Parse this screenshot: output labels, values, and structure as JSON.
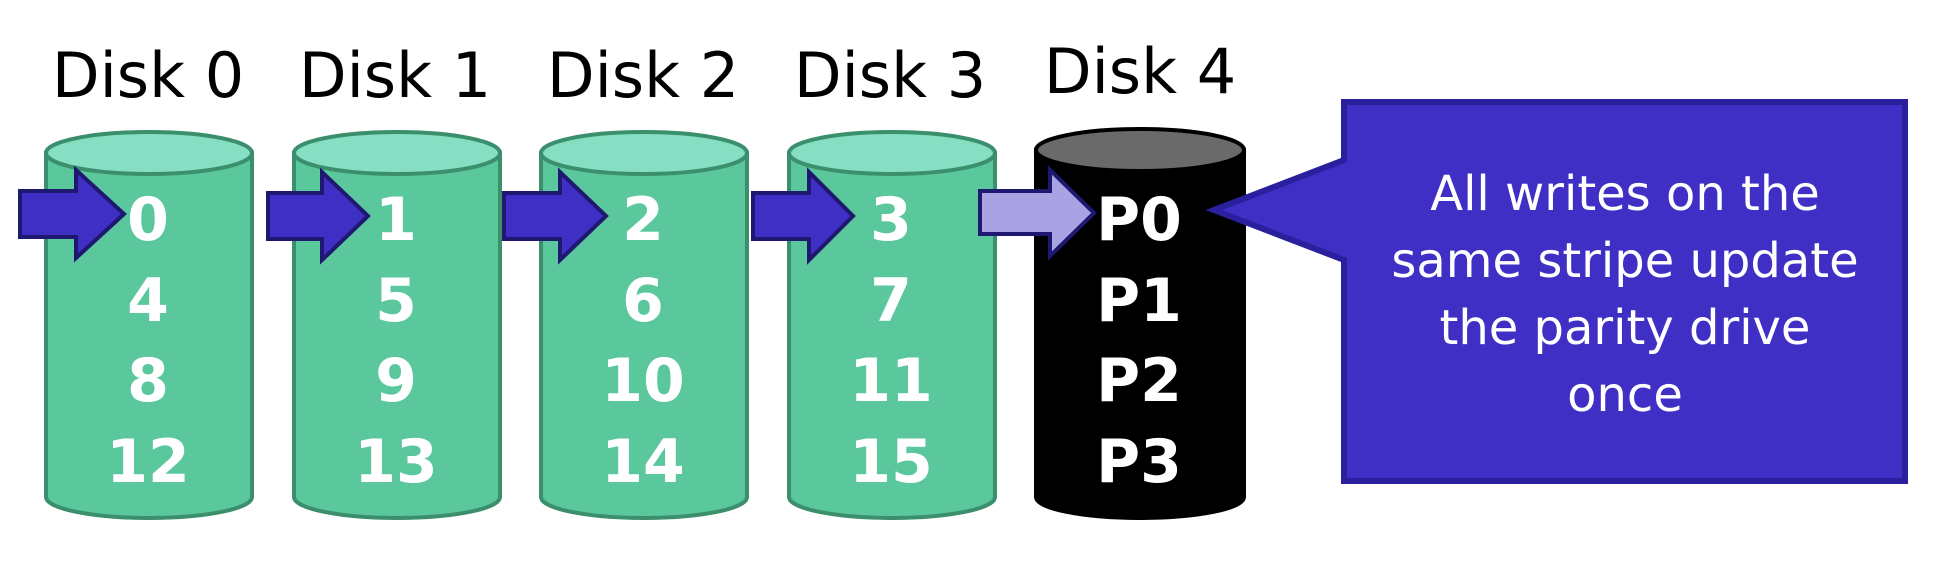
{
  "colors": {
    "data_disk_fill": "#5bc79d",
    "data_disk_top": "#86dfc3",
    "data_disk_stroke": "#3b8f6c",
    "parity_disk_fill": "#000000",
    "parity_disk_top": "#6a6a6a",
    "arrow_fill": "#3f2fc4",
    "arrow_stroke": "#1e1870",
    "parity_arrow_fill": "#a9a3e4",
    "callout_fill": "#3f2fc4",
    "callout_stroke": "#2a1f9c",
    "label_text": "#000000",
    "block_text": "#ffffff"
  },
  "disks": [
    {
      "name": "Disk 0",
      "type": "data",
      "blocks": [
        "0",
        "4",
        "8",
        "12"
      ],
      "arrow": "write-arrow"
    },
    {
      "name": "Disk 1",
      "type": "data",
      "blocks": [
        "1",
        "5",
        "9",
        "13"
      ],
      "arrow": "write-arrow"
    },
    {
      "name": "Disk 2",
      "type": "data",
      "blocks": [
        "2",
        "6",
        "10",
        "14"
      ],
      "arrow": "write-arrow"
    },
    {
      "name": "Disk 3",
      "type": "data",
      "blocks": [
        "3",
        "7",
        "11",
        "15"
      ],
      "arrow": "write-arrow"
    },
    {
      "name": "Disk 4",
      "type": "parity",
      "blocks": [
        "P0",
        "P1",
        "P2",
        "P3"
      ],
      "arrow": "parity-write-arrow"
    }
  ],
  "callout": {
    "lines": [
      "All writes on the",
      "same stripe update",
      "the parity drive",
      "once"
    ]
  }
}
